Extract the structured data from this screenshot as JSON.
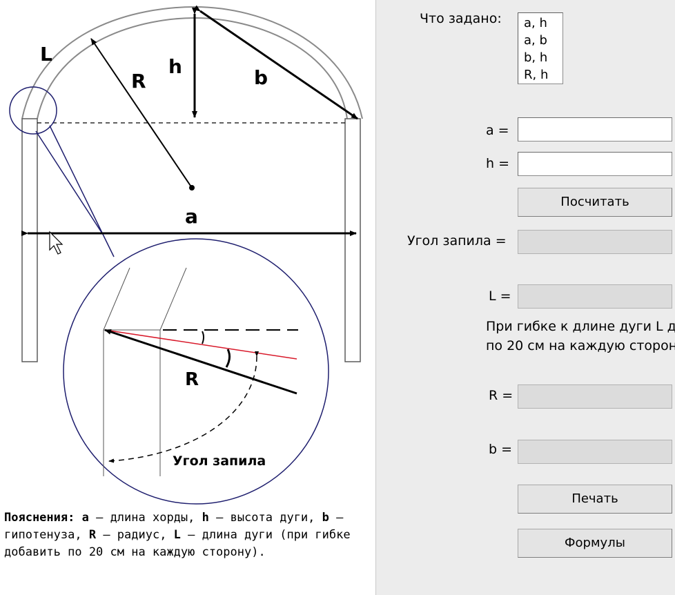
{
  "diagram": {
    "labels": {
      "L": "L",
      "R": "R",
      "h": "h",
      "b": "b",
      "a": "a",
      "R_zoom": "R",
      "saw_angle": "Угол запила"
    },
    "colors": {
      "outline": "#1e1e6e",
      "arc": "#888888",
      "red_line": "#d8192a",
      "ink": "#000000"
    },
    "note": {
      "heading": "Пояснения:",
      "a_key": "a",
      "a_text": " – длина хорды, ",
      "h_key": "h",
      "h_text": " – высота дуги, ",
      "b_key": "b",
      "b_text": " – гипотенуза, ",
      "R_key": "R",
      "R_text": " – радиус, ",
      "L_key": "L",
      "L_text": " – длина дуги (при гибке добавить по 20 см на каждую сторону)."
    }
  },
  "form": {
    "given_label": "Что задано:",
    "given_options": [
      "a, h",
      "a, b",
      "b, h",
      "R, h"
    ],
    "a_label": "a =",
    "a_value": "",
    "h_label": "h =",
    "h_value": "",
    "calc_button": "Посчитать",
    "angle_label": "Угол запила =",
    "angle_value": "",
    "L_label": "L =",
    "L_value": "",
    "bend_note_line1": "При гибке к длине дуги L д",
    "bend_note_line2": "по 20 см на каждую сторон",
    "R_label": "R =",
    "R_value": "",
    "b_label": "b =",
    "b_value": "",
    "print_button": "Печать",
    "formulas_button": "Формулы"
  }
}
